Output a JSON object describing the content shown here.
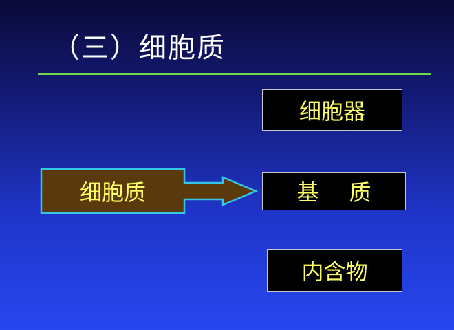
{
  "title": "（三）细胞质",
  "main_node": "细胞质",
  "components": {
    "organelles": "细胞器",
    "matrix_first": "基",
    "matrix_second": "质",
    "inclusions": "内含物"
  },
  "colors": {
    "title_text": "#ffffff",
    "title_rule": "#6fd94a",
    "label_text": "#ffff66",
    "main_box_fill": "#5a3a0c",
    "main_box_border": "#33c6e6",
    "component_box_fill": "#000000",
    "component_box_border": "#c8c8c8"
  }
}
